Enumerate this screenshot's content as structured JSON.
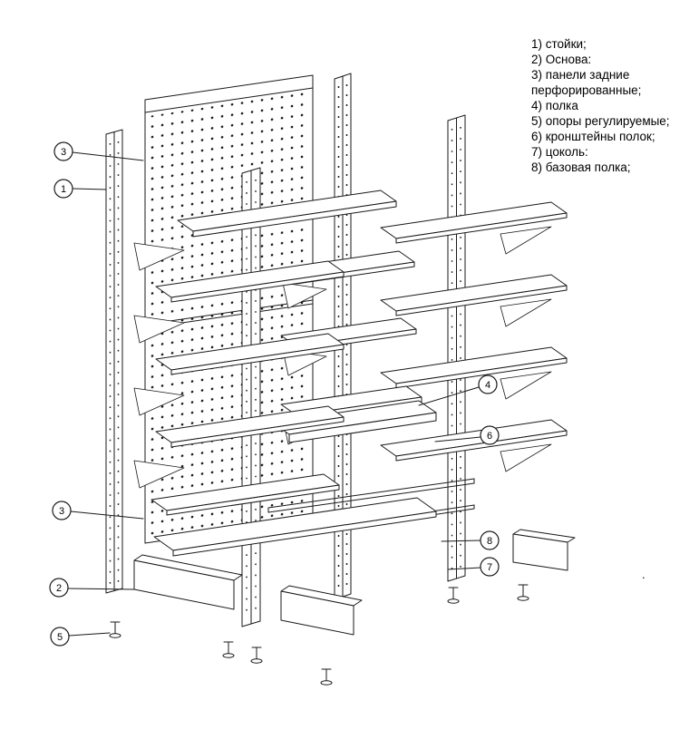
{
  "colors": {
    "background": "#ffffff",
    "line": "#1a1a1a"
  },
  "legend": {
    "lines": [
      "1) стойки;",
      "2) Основа:",
      "3) панели задние",
      "перфорированные;",
      "4) полка",
      "5) опоры регулируемые;",
      "6) кронштейны полок;",
      "7) цоколь:",
      "8) базовая полка;"
    ]
  },
  "callouts": [
    {
      "label": "3"
    },
    {
      "label": "1"
    },
    {
      "label": "3"
    },
    {
      "label": "2"
    },
    {
      "label": "5"
    },
    {
      "label": "4"
    },
    {
      "label": "6"
    },
    {
      "label": "8"
    },
    {
      "label": "7"
    }
  ],
  "stray_mark": "."
}
